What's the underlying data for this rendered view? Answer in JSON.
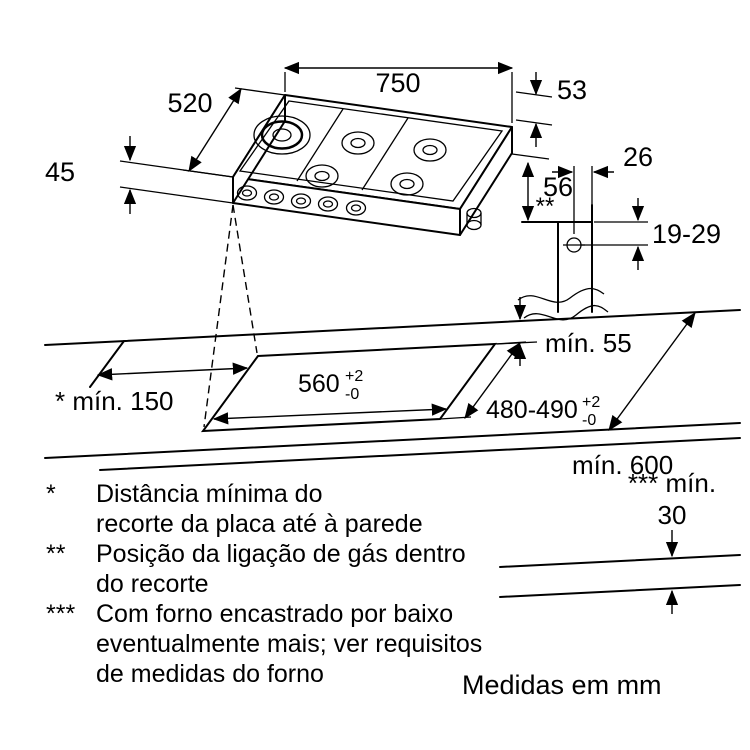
{
  "colors": {
    "ink": "#000000",
    "background": "#ffffff"
  },
  "diagram": {
    "dims": {
      "top_width": "750",
      "depth": "520",
      "height": "45",
      "d53": "53",
      "d56": "56",
      "d26": "26",
      "gas_marker": "**",
      "d19_29": "19-29",
      "min55": "mín. 55",
      "min150": "* mín. 150",
      "cutout_width": "560",
      "cutout_width_tol_plus": "+2",
      "cutout_width_tol_minus": "-0",
      "cutout_depth": "480-490",
      "cutout_depth_tol_plus": "+2",
      "cutout_depth_tol_minus": "-0",
      "min600": "mín. 600",
      "min30_label": "*** mín.",
      "min30_value": "30"
    },
    "footnotes": [
      {
        "marker": "*",
        "lines": [
          "Distância mínima do",
          "recorte da placa até à parede"
        ]
      },
      {
        "marker": "**",
        "lines": [
          "Posição da ligação de gás dentro",
          "do recorte"
        ]
      },
      {
        "marker": "***",
        "lines": [
          "Com forno encastrado por baixo",
          "eventualmente mais; ver requisitos",
          "de medidas do forno"
        ]
      }
    ],
    "units_note": "Medidas em mm"
  }
}
